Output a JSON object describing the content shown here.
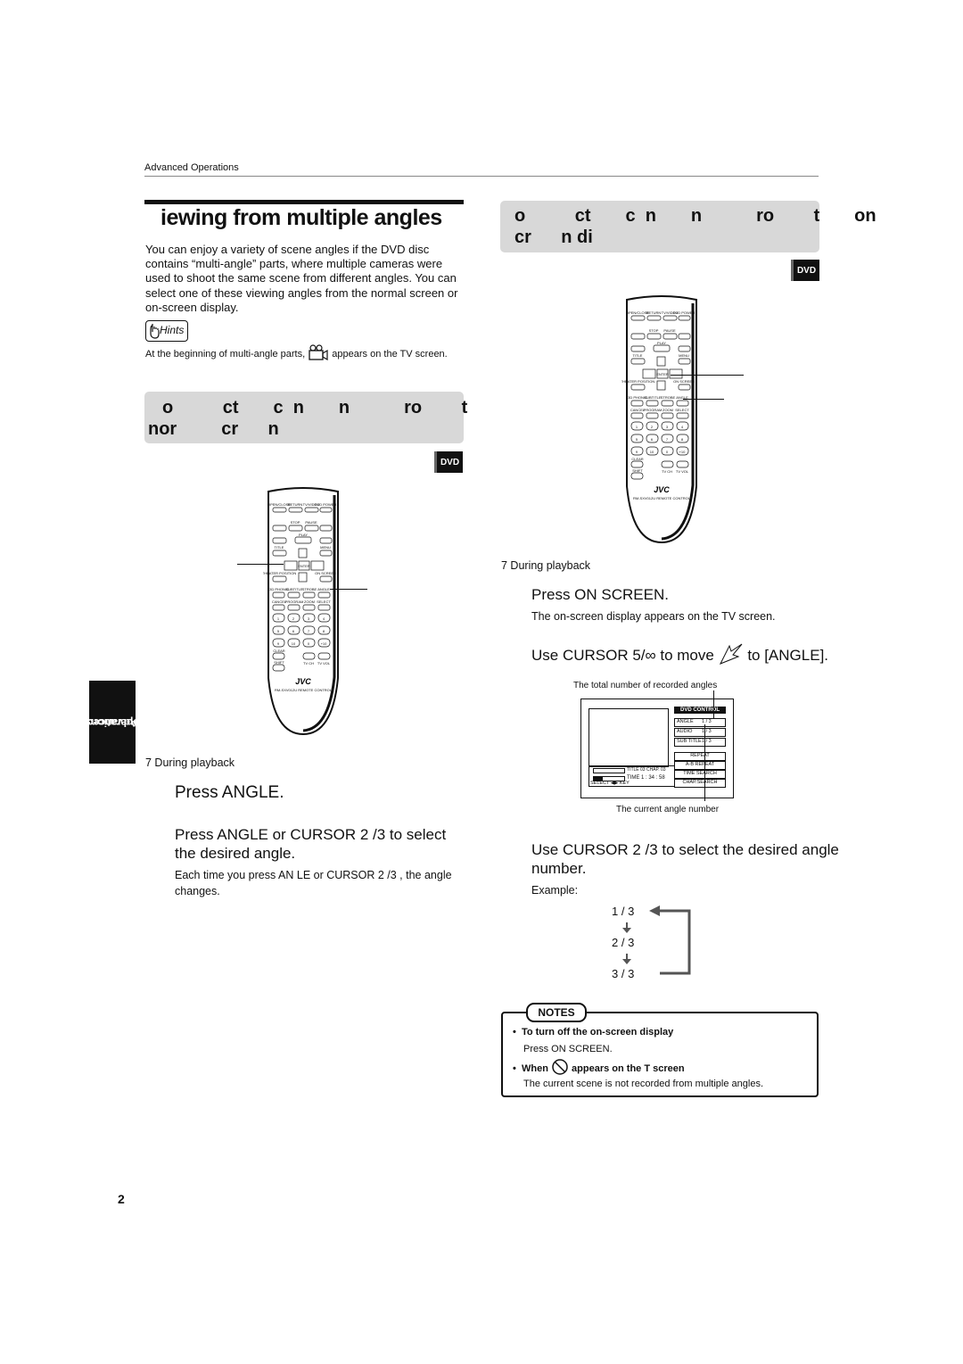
{
  "header": {
    "section": "Advanced Operations"
  },
  "title": "iewing from multiple angles",
  "intro": "You can enjoy a variety of scene angles if the DVD disc contains “multi-angle” parts, where multiple cameras were used to shoot the same scene from different angles.  You can select one of these viewing angles from the normal screen or on-screen display.",
  "hints": {
    "label": "Hints",
    "text_before": "At the beginning of  multi-angle  parts,",
    "text_after": "appears on the TV screen."
  },
  "left": {
    "subheading_line1": "o          ct       c  n       n           ro        t",
    "subheading_line2": "nor         cr      n",
    "badge": "DVD",
    "during": "7  During playback",
    "step1": "Press ANGLE.",
    "step2": "Press ANGLE or CURSOR 2 /3   to select the desired angle.",
    "step2_note": "Each time you press AN    LE or CURSOR 2 /3 , the angle changes."
  },
  "right": {
    "subheading_line1": "o          ct       c  n       n           ro        t       on",
    "subheading_line2": "cr      n di",
    "badge": "DVD",
    "during": "7  During playback",
    "step1": "Press ON SCREEN.",
    "step1_note": "The on-screen display appears on the TV screen.",
    "step2_pre": "Use CURSOR 5/∞   to move",
    "step2_post": "to [ANGLE].",
    "osd_caption_top": "The total number of recorded angles",
    "osd_caption_bottom": "The current angle number",
    "step3": "Use CURSOR 2 /3   to select the desired angle number.",
    "example_label": "Example:",
    "example_values": [
      "1 / 3",
      "2 / 3",
      "3 / 3"
    ]
  },
  "osd": {
    "header": "DVD CONTROL",
    "rows": [
      "ANGLE",
      "AUDIO",
      "SUB TITLE"
    ],
    "angle_value": "1 / 3",
    "audio_value": "1 / 3",
    "sub_value": "1 / 3",
    "menu": [
      "REPEAT",
      "A-B REPEAT",
      "TIME SEARCH",
      "CHAP.SEARCH"
    ],
    "status_title": "TITLE  03   CHAP.  03",
    "status_time": "TIME   1 : 34 : 58",
    "select_key": "SELECT ◀▶ KEY"
  },
  "remote": {
    "brand": "JVC",
    "model": "RM-SXV012U  REMOTE  CONTROL",
    "top_labels": [
      "OPEN/CLOSE",
      "RETURN",
      "TV/VIDEO",
      "DVD POWER"
    ],
    "transport": [
      "STOP",
      "PAUSE",
      "PLAY"
    ],
    "title_menu": [
      "TITLE",
      "MENU"
    ],
    "enter": "ENTER",
    "side_labels": [
      "THEATER POSITION",
      "ON SCREEN"
    ],
    "func": [
      "3D PHONIC",
      "SUBTITLE",
      "STROBE",
      "ANGLE"
    ],
    "func2": [
      "CANCEL",
      "PROGRAM",
      "ZOOM",
      "SELECT"
    ],
    "numpad": [
      "1",
      "2",
      "3",
      "4",
      "5",
      "6",
      "7",
      "8",
      "9",
      "10",
      "0",
      "+10"
    ],
    "bottom": [
      "CLEAR/SHIFT",
      "TV CH",
      "TV VOL"
    ]
  },
  "side_tab": {
    "line1": "Advanced",
    "line2": "operations"
  },
  "notes": {
    "label": "NOTES",
    "item1_title": "To turn off the on-screen display",
    "item1_text": "Press ON SCREEN.",
    "item2_title_pre": "When",
    "item2_title_post": "appears on the T    screen",
    "item2_text": "The current scene is not recorded from multiple angles."
  },
  "page_number": "2"
}
